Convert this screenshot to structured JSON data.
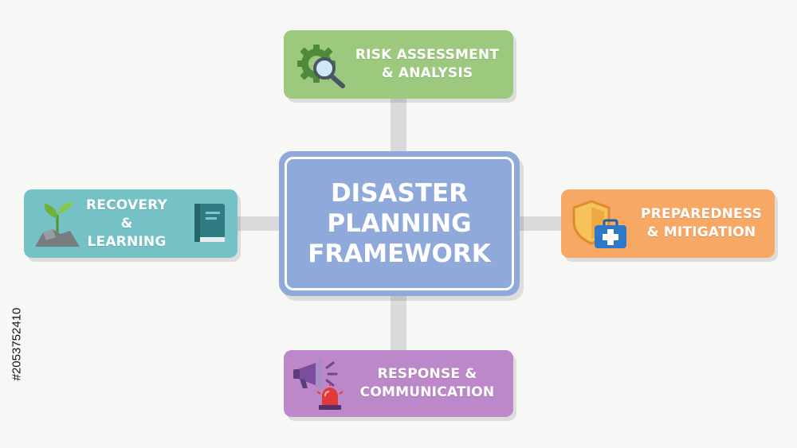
{
  "center": {
    "title": "DISASTER\nPLANNING\nFRAMEWORK",
    "color": "#8fa9da"
  },
  "nodes": {
    "risk": {
      "label": "RISK ASSESSMENT\n& ANALYSIS",
      "color": "#9dc97f",
      "icon": "gear-magnifier-icon"
    },
    "recovery": {
      "label": "RECOVERY\n& LEARNING",
      "color": "#74c2c6",
      "icon": "sprout-rock-icon",
      "icon2": "book-icon"
    },
    "preparedness": {
      "label": "PREPAREDNESS\n& MITIGATION",
      "color": "#f7a865",
      "icon": "shield-icon",
      "icon2": "first-aid-kit-icon"
    },
    "response": {
      "label": "RESPONSE &\nCOMMUNICATION",
      "color": "#bd88c9",
      "icon": "megaphone-icon",
      "icon2": "siren-icon"
    }
  },
  "watermark": {
    "stock_id": "#2053752410"
  }
}
